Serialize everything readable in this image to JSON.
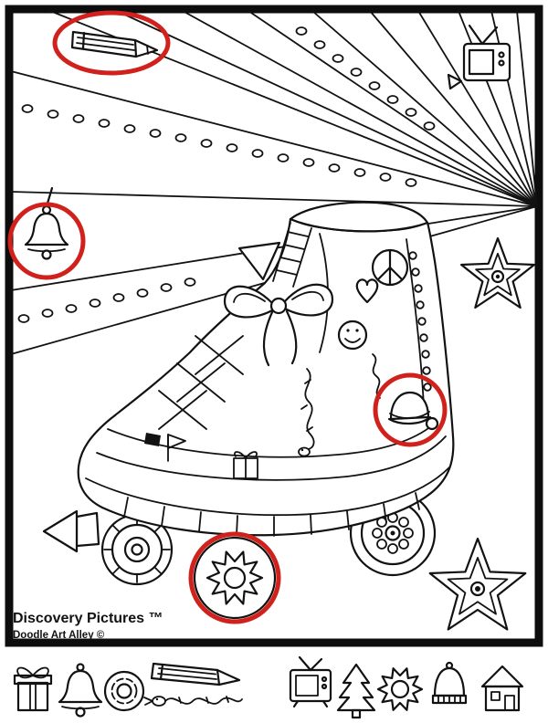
{
  "page": {
    "publisher": "Discovery Pictures ™",
    "credit": "Doodle Art Alley ©"
  },
  "puzzle": {
    "type": "hidden-pictures-coloring-page",
    "subject": "roller skate with sunburst rays and stars",
    "marker_color": "#d0211c",
    "ink_color": "#121212",
    "found_objects": [
      "pencil",
      "bell",
      "hat",
      "sun"
    ],
    "legend_items": [
      "gift",
      "bell",
      "donut",
      "pencil",
      "snake",
      "tv",
      "tree",
      "sun",
      "hat",
      "house"
    ]
  }
}
